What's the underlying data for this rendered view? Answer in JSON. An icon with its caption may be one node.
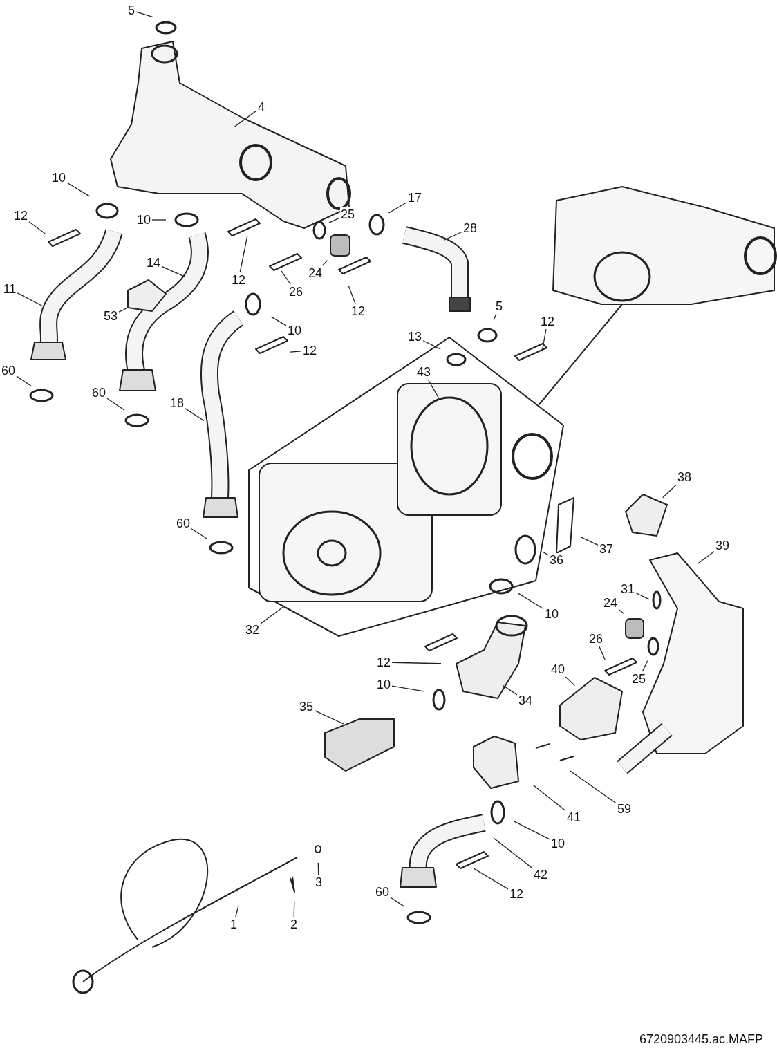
{
  "diagram": {
    "nodes": [
      {
        "text": [
          "5"
        ]
      },
      {
        "text": [
          "4"
        ]
      },
      {
        "text": [
          "10"
        ]
      },
      {
        "text": [
          "12"
        ]
      },
      {
        "text": [
          "10"
        ]
      },
      {
        "text": [
          "25"
        ]
      },
      {
        "text": [
          "17"
        ]
      },
      {
        "text": [
          "28"
        ]
      },
      {
        "text": [
          "14"
        ]
      },
      {
        "text": [
          "12"
        ]
      },
      {
        "text": [
          "24"
        ]
      },
      {
        "text": [
          "26"
        ]
      },
      {
        "text": [
          "11"
        ]
      },
      {
        "text": [
          "53"
        ]
      },
      {
        "text": [
          "12"
        ]
      },
      {
        "text": [
          "10"
        ]
      },
      {
        "text": [
          "12"
        ]
      },
      {
        "text": [
          "5"
        ]
      },
      {
        "text": [
          "12"
        ]
      },
      {
        "text": [
          "13"
        ]
      },
      {
        "text": [
          "43"
        ]
      },
      {
        "text": [
          "60"
        ]
      },
      {
        "text": [
          "60"
        ]
      },
      {
        "text": [
          "18"
        ]
      },
      {
        "text": [
          "38"
        ]
      },
      {
        "text": [
          "60"
        ]
      },
      {
        "text": [
          "37"
        ]
      },
      {
        "text": [
          "36"
        ]
      },
      {
        "text": [
          "39"
        ]
      },
      {
        "text": [
          "10"
        ]
      },
      {
        "text": [
          "31"
        ]
      },
      {
        "text": [
          "24"
        ]
      },
      {
        "text": [
          "32"
        ]
      },
      {
        "text": [
          "26"
        ]
      },
      {
        "text": [
          "25"
        ]
      },
      {
        "text": [
          "12"
        ]
      },
      {
        "text": [
          "40"
        ]
      },
      {
        "text": [
          "10"
        ]
      },
      {
        "text": [
          "34"
        ]
      },
      {
        "text": [
          "35"
        ]
      },
      {
        "text": [
          "59"
        ]
      },
      {
        "text": [
          "41"
        ]
      },
      {
        "text": [
          "10"
        ]
      },
      {
        "text": [
          "42"
        ]
      },
      {
        "text": [
          "3"
        ]
      },
      {
        "text": [
          "12"
        ]
      },
      {
        "text": [
          "1"
        ]
      },
      {
        "text": [
          "2"
        ]
      },
      {
        "text": [
          "60"
        ]
      }
    ],
    "edges": [
      {
        "from": 0,
        "to": null,
        "arrow": "none"
      },
      {
        "from": 1,
        "to": null,
        "arrow": "none"
      },
      {
        "from": 2,
        "to": null,
        "arrow": "none"
      },
      {
        "from": 3,
        "to": null,
        "arrow": "none"
      },
      {
        "from": 4,
        "to": null,
        "arrow": "none"
      },
      {
        "from": 5,
        "to": null,
        "arrow": "none"
      },
      {
        "from": 6,
        "to": null,
        "arrow": "none"
      },
      {
        "from": 7,
        "to": null,
        "arrow": "none"
      },
      {
        "from": 8,
        "to": null,
        "arrow": "none"
      },
      {
        "from": 9,
        "to": null,
        "arrow": "none"
      },
      {
        "from": 10,
        "to": null,
        "arrow": "none"
      },
      {
        "from": 11,
        "to": null,
        "arrow": "none"
      },
      {
        "from": 12,
        "to": null,
        "arrow": "none"
      },
      {
        "from": 13,
        "to": null,
        "arrow": "none"
      },
      {
        "from": 14,
        "to": null,
        "arrow": "none"
      },
      {
        "from": 15,
        "to": null,
        "arrow": "none"
      },
      {
        "from": 16,
        "to": null,
        "arrow": "none"
      },
      {
        "from": 17,
        "to": null,
        "arrow": "none"
      },
      {
        "from": 18,
        "to": null,
        "arrow": "none"
      },
      {
        "from": 19,
        "to": null,
        "arrow": "none"
      },
      {
        "from": 20,
        "to": null,
        "arrow": "none"
      },
      {
        "from": 21,
        "to": null,
        "arrow": "none"
      },
      {
        "from": 22,
        "to": null,
        "arrow": "none"
      },
      {
        "from": 23,
        "to": null,
        "arrow": "none"
      },
      {
        "from": 24,
        "to": null,
        "arrow": "none"
      },
      {
        "from": 25,
        "to": null,
        "arrow": "none"
      },
      {
        "from": 26,
        "to": null,
        "arrow": "none"
      },
      {
        "from": 27,
        "to": null,
        "arrow": "none"
      },
      {
        "from": 28,
        "to": null,
        "arrow": "none"
      },
      {
        "from": 29,
        "to": null,
        "arrow": "none"
      },
      {
        "from": 30,
        "to": null,
        "arrow": "none"
      },
      {
        "from": 31,
        "to": null,
        "arrow": "none"
      },
      {
        "from": 32,
        "to": null,
        "arrow": "none"
      },
      {
        "from": 33,
        "to": null,
        "arrow": "none"
      },
      {
        "from": 34,
        "to": null,
        "arrow": "none"
      },
      {
        "from": 35,
        "to": null,
        "arrow": "none"
      },
      {
        "from": 36,
        "to": null,
        "arrow": "none"
      },
      {
        "from": 37,
        "to": null,
        "arrow": "none"
      },
      {
        "from": 38,
        "to": null,
        "arrow": "none"
      },
      {
        "from": 39,
        "to": null,
        "arrow": "none"
      },
      {
        "from": 40,
        "to": null,
        "arrow": "none"
      },
      {
        "from": 41,
        "to": null,
        "arrow": "none"
      },
      {
        "from": 42,
        "to": null,
        "arrow": "none"
      },
      {
        "from": 43,
        "to": null,
        "arrow": "none"
      },
      {
        "from": 44,
        "to": null,
        "arrow": "none"
      },
      {
        "from": 45,
        "to": null,
        "arrow": "none"
      },
      {
        "from": 46,
        "to": null,
        "arrow": "none"
      },
      {
        "from": 47,
        "to": null,
        "arrow": "none"
      },
      {
        "from": 48,
        "to": null,
        "arrow": "none"
      }
    ],
    "labels": [
      "6720903445.ac.MAFP"
    ]
  }
}
